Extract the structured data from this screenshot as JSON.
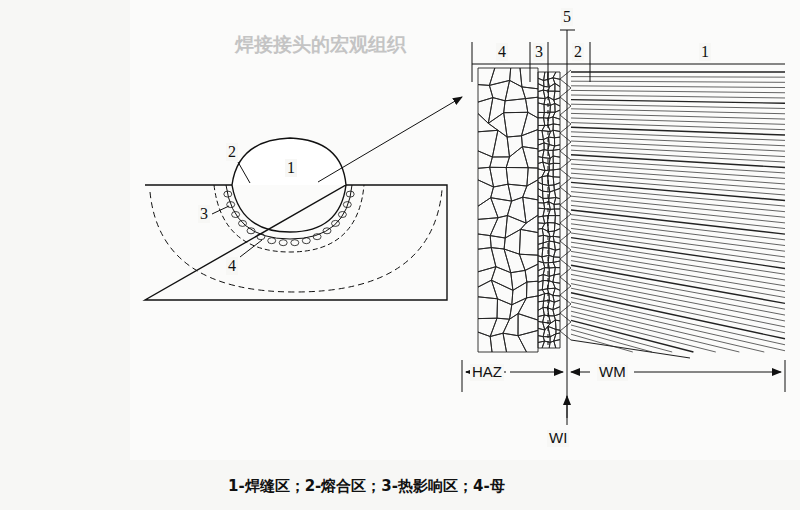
{
  "diagram": {
    "caption": "1-焊缝区；2-熔合区；3-热影响区；4-母",
    "labels": [
      "1",
      "2",
      "3",
      "4",
      "4",
      "3",
      "5",
      "2",
      "1",
      "HAZ",
      "WM",
      "WI",
      "焊接接头的宏观组织"
    ]
  }
}
